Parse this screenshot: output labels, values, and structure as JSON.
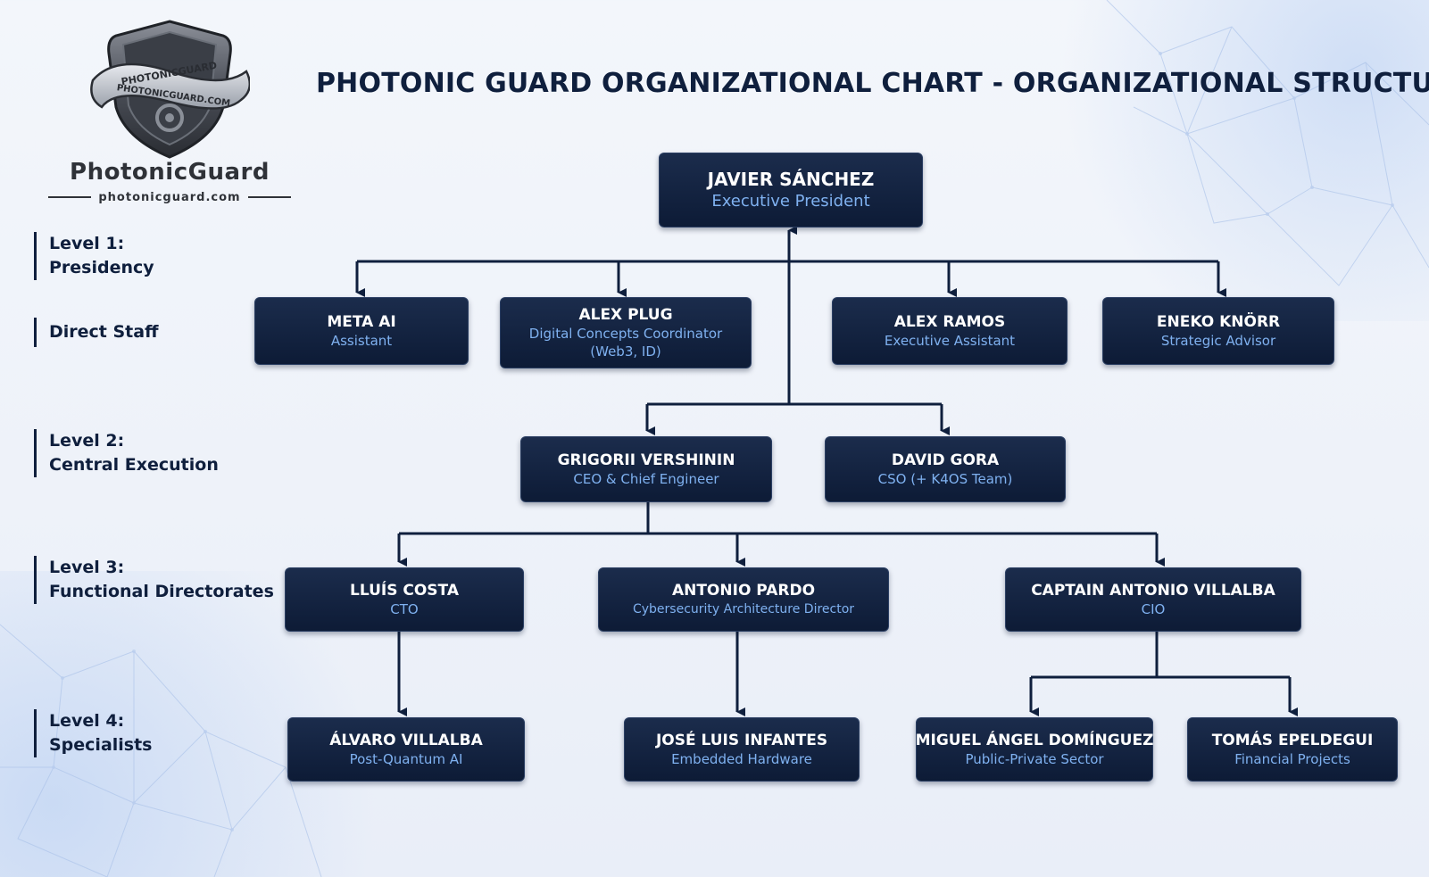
{
  "title": "PHOTONIC GUARD ORGANIZATIONAL CHART - ORGANIZATIONAL STRUCTURE",
  "logo": {
    "ribbon_top": "PHOTONICGUARD",
    "ribbon_bottom": "PHOTONICGUARD.COM",
    "wordmark": "PhotonicGuard",
    "url": "photonicguard.com"
  },
  "levels": {
    "l1": [
      "Level 1:",
      "Presidency"
    ],
    "staff": [
      "Direct Staff"
    ],
    "l2": [
      "Level 2:",
      "Central Execution"
    ],
    "l3": [
      "Level 3:",
      "Functional Directorates"
    ],
    "l4": [
      "Level 4:",
      "Specialists"
    ]
  },
  "nodes": {
    "president": {
      "name": "JAVIER SÁNCHEZ",
      "role": "Executive President"
    },
    "meta_ai": {
      "name": "META AI",
      "role": "Assistant"
    },
    "alex_plug": {
      "name": "ALEX PLUG",
      "role_line1": "Digital Concepts Coordinator",
      "role_line2": "(Web3, ID)"
    },
    "alex_ramos": {
      "name": "ALEX RAMOS",
      "role": "Executive Assistant"
    },
    "eneko": {
      "name": "ENEKO KNÖRR",
      "role": "Strategic Advisor"
    },
    "grigorii": {
      "name": "GRIGORII VERSHININ",
      "role": "CEO & Chief Engineer"
    },
    "david": {
      "name": "DAVID GORA",
      "role": "CSO (+ K4OS Team)"
    },
    "lluis": {
      "name": "LLUÍS COSTA",
      "role": "CTO"
    },
    "antonio_pardo": {
      "name": "ANTONIO PARDO",
      "role": "Cybersecurity Architecture Director"
    },
    "villalba_cio": {
      "name": "CAPTAIN ANTONIO VILLALBA",
      "role": "CIO"
    },
    "alvaro": {
      "name": "ÁLVARO VILLALBA",
      "role": "Post-Quantum AI"
    },
    "jose_luis": {
      "name": "JOSÉ LUIS INFANTES",
      "role": "Embedded Hardware"
    },
    "miguel": {
      "name": "MIGUEL ÁNGEL DOMÍNGUEZ",
      "role": "Public-Private Sector"
    },
    "tomas": {
      "name": "TOMÁS EPELDEGUI",
      "role": "Financial Projects"
    }
  },
  "colors": {
    "box_fill": "#0d1b36",
    "name_text": "#ffffff",
    "role_text": "#7fb1f0",
    "connector": "#0f1f3d",
    "title_text": "#0f1f3d"
  }
}
